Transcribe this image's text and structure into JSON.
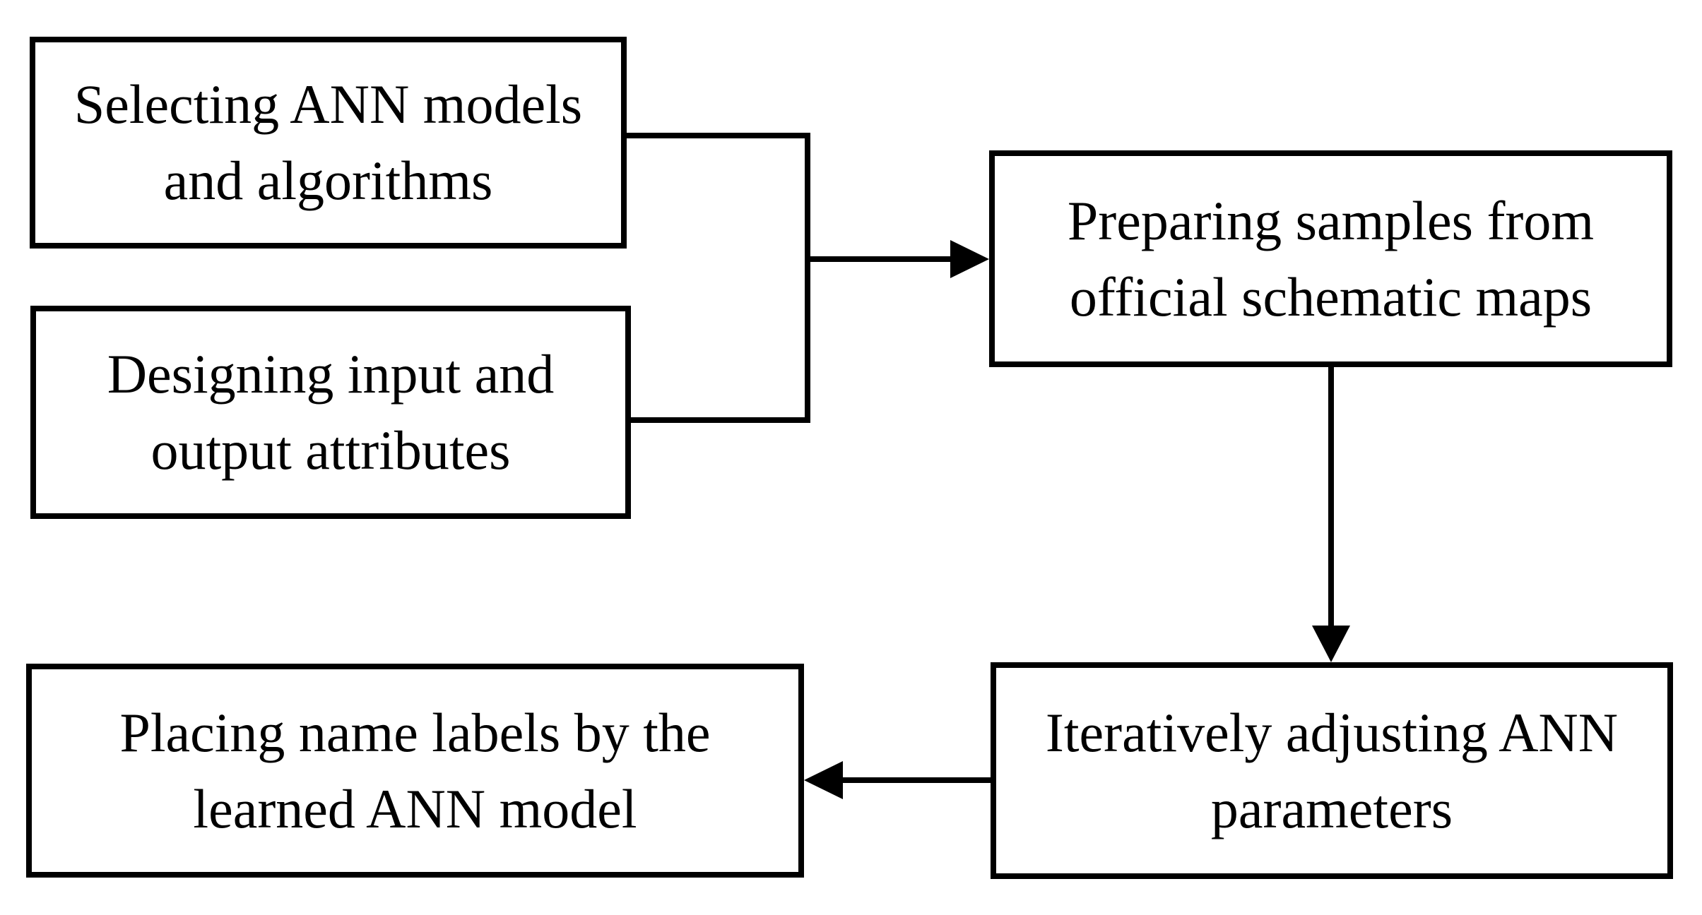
{
  "page": {
    "background_color": "#ffffff"
  },
  "diagram": {
    "type": "flowchart",
    "stroke_color": "#000000",
    "text_color": "#000000",
    "boxes": [
      {
        "id": "selecting-ann-models",
        "line1": "Selecting ANN models",
        "line2": "and algorithms"
      },
      {
        "id": "designing-attributes",
        "line1": "Designing input and",
        "line2": "output attributes"
      },
      {
        "id": "preparing-samples",
        "line1": "Preparing samples from",
        "line2": "official schematic maps"
      },
      {
        "id": "adjusting-parameters",
        "line1": "Iteratively adjusting ANN",
        "line2": "parameters"
      },
      {
        "id": "placing-labels",
        "line1": "Placing name labels by the",
        "line2": "learned ANN model"
      }
    ],
    "edges": [
      {
        "from": [
          "selecting-ann-models",
          "designing-attributes"
        ],
        "to": "preparing-samples",
        "direction": "right"
      },
      {
        "from": "preparing-samples",
        "to": "adjusting-parameters",
        "direction": "down"
      },
      {
        "from": "adjusting-parameters",
        "to": "placing-labels",
        "direction": "left"
      }
    ]
  }
}
